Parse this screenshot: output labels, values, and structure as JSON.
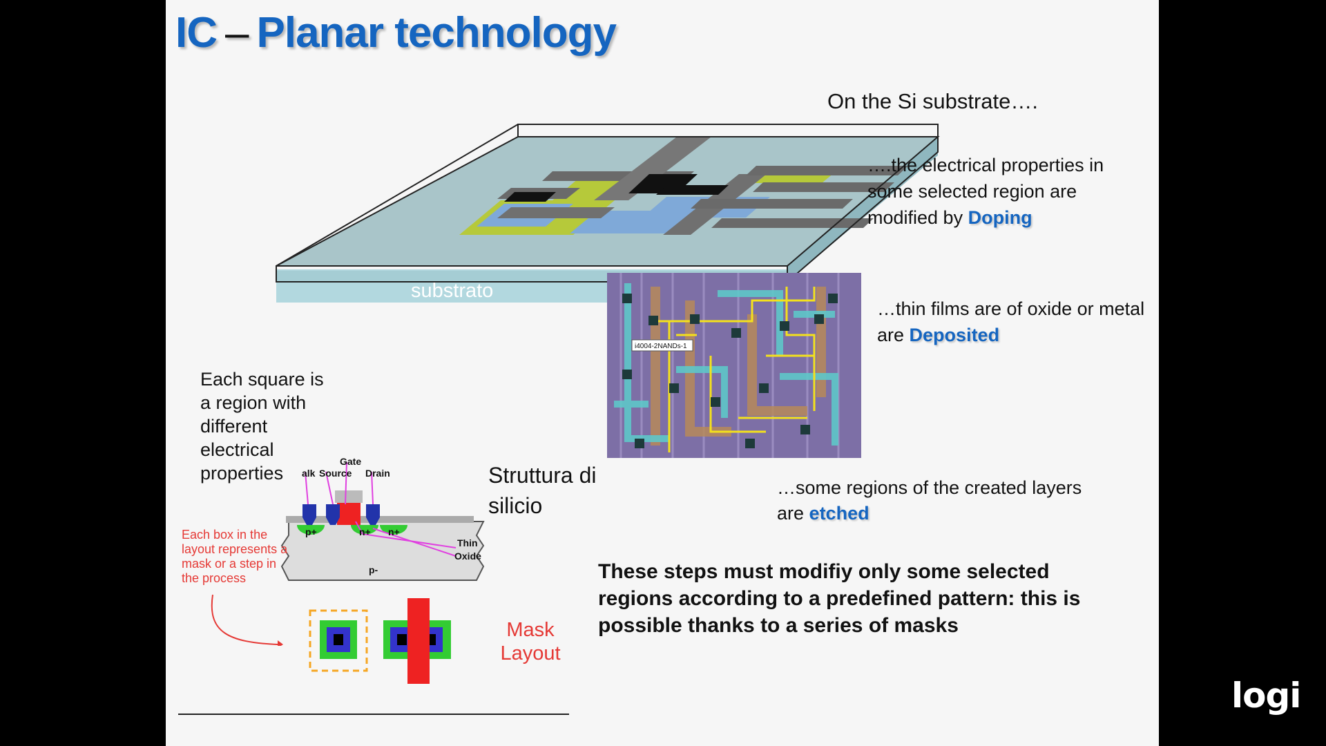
{
  "slide": {
    "title_ic": "IC",
    "title_dash": "–",
    "title_main": "Planar technology",
    "substrate_heading": "On the Si substrate….",
    "doping_text": "….the electrical properties in some selected region are modified by",
    "doping_word": "Doping",
    "deposit_text": "…thin films are  of oxide or metal are",
    "deposit_word": "Deposited",
    "etch_text": "…some regions of the created layers are",
    "etch_word": "etched",
    "masks_text": "These steps must modifiy only some selected regions according to a predefined pattern: this is possible thanks to a series of masks",
    "square_text": "Each square is a region with different electrical properties",
    "struttura_text": "Struttura di silicio",
    "box_note": "Each box in the layout represents a mask or a step in the process",
    "mask_layout": "Mask Layout",
    "substrato_label": "substrato",
    "chip_label": "i4004-2NANDs-1",
    "transistor_labels": {
      "bulk": "alk",
      "source": "Source",
      "gate": "Gate",
      "drain": "Drain",
      "thin_oxide": "Thin Oxide",
      "p_plus": "p+",
      "n_plus_1": "n+",
      "n_plus_2": "n+",
      "p_minus": "p-"
    }
  },
  "logo": "logi",
  "colors": {
    "accent_blue": "#1565c0",
    "note_red": "#e53935",
    "mask_red": "#ee2222",
    "mask_green": "#33cc33",
    "mask_blue": "#3333cc",
    "mask_orange": "#f5a623"
  }
}
